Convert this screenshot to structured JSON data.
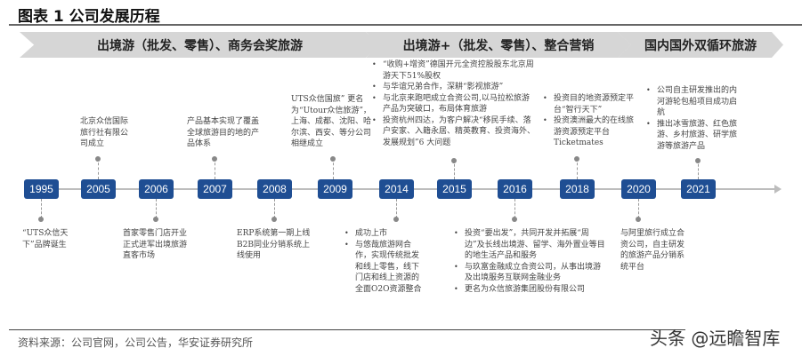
{
  "title": "图表 1 公司发展历程",
  "phases": [
    "出境游（批发、零售）、商务会奖旅游",
    "出境游+（批发、零售）、整合营销",
    "国内国外双循环旅游"
  ],
  "years": [
    "1995",
    "2005",
    "2006",
    "2007",
    "2008",
    "2009",
    "2014",
    "2015",
    "2016",
    "2018",
    "2020",
    "2021"
  ],
  "events": {
    "e1995": [
      "“UTS众信天下”品牌诞生"
    ],
    "e2005": [
      "北京众信国际旅行社有限公司成立"
    ],
    "e2006": [
      "首家零售门店开业正式进军出境旅游直客市场"
    ],
    "e2007": [
      "产品基本实现了覆盖全球旅游目的地的产品体系"
    ],
    "e2008": [
      "ERP系统第一期上线B2B同业分销系统上线使用"
    ],
    "e2009": [
      "UTS众信国旅” 更名为“Utour众信旅游”，上海、成都、沈阳、哈尔滨、西安、等分公司相继成立"
    ],
    "e2014": [
      "成功上市",
      "与悠哉旅游网合作，实现传统批发和线上零售，线下门店和线上资源的全面O2O资源整合"
    ],
    "e2015": [
      "“收购+增资”德国开元全资控股股东北京周游天下51%股权",
      "与华谊兄弟合作，深耕“影视旅游”",
      "与北京来跑吧成立合资公司,以马拉松旅游产品为突破口，布局体育旅游",
      "投资杭州四达，为客户解决“移民手续、落户安家、入籍永居、精英教育、投资海外、发展规划”6 大问题"
    ],
    "e2016": [
      "投资“要出发”，共同开发并拓展“周边”及长线出境游、留学、海外置业等目的地生活产品和服务",
      "与玖富金融成立合资公司，从事出境游及出境服务互联网金融业务",
      "更名为众信旅游集团股份有限公司"
    ],
    "e2018": [
      "投资目的地资源预定平台“智行天下”",
      "投资澳洲最大的在线旅游资源预定平台Ticketmates"
    ],
    "e2020": [
      "与阿里旅行成立合资公司，自主研发的旅游产品分销系统平台"
    ],
    "e2021": [
      "公司自主研发推出的内河游轮包船项目成功启航",
      "推出冰雪旅游、红色旅游、乡村旅游、研学旅游等旅游产品"
    ]
  },
  "source": "资料来源：公司官网，公司公告，华安证券研究所",
  "watermark": "头条 @远瞻智库",
  "colors": {
    "year_box": "#1f4e93",
    "phase_banner": "#d6d6d6"
  }
}
